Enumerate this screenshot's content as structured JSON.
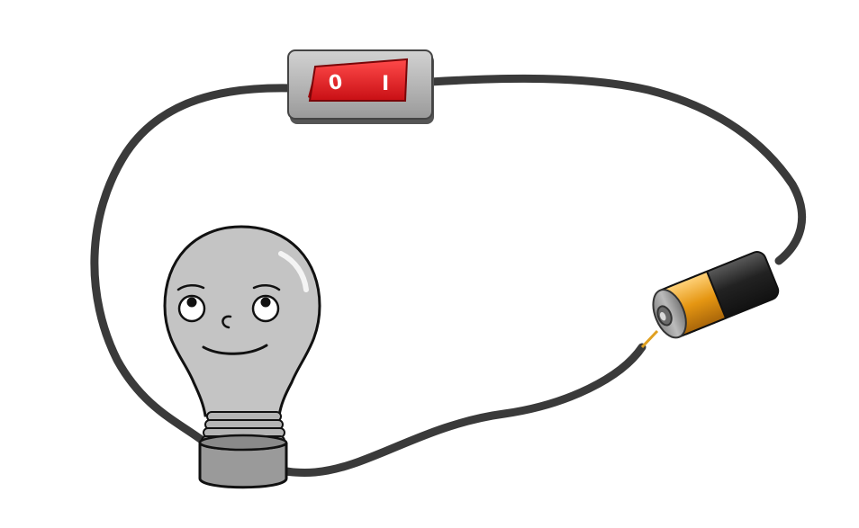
{
  "switch": {
    "off_mark": "0",
    "on_mark": "I",
    "rocker_color": "#e3141b",
    "housing_color": "#bdbdbd"
  },
  "wire": {
    "color": "#3a3a3a"
  },
  "bulb": {
    "glass_color": "#c4c4c4",
    "base_color": "#9a9a9a",
    "face": "smiling"
  },
  "battery": {
    "body_color": "#2b2b2b",
    "band_color": "#f0a020",
    "terminal_color": "#a0a0a0"
  }
}
